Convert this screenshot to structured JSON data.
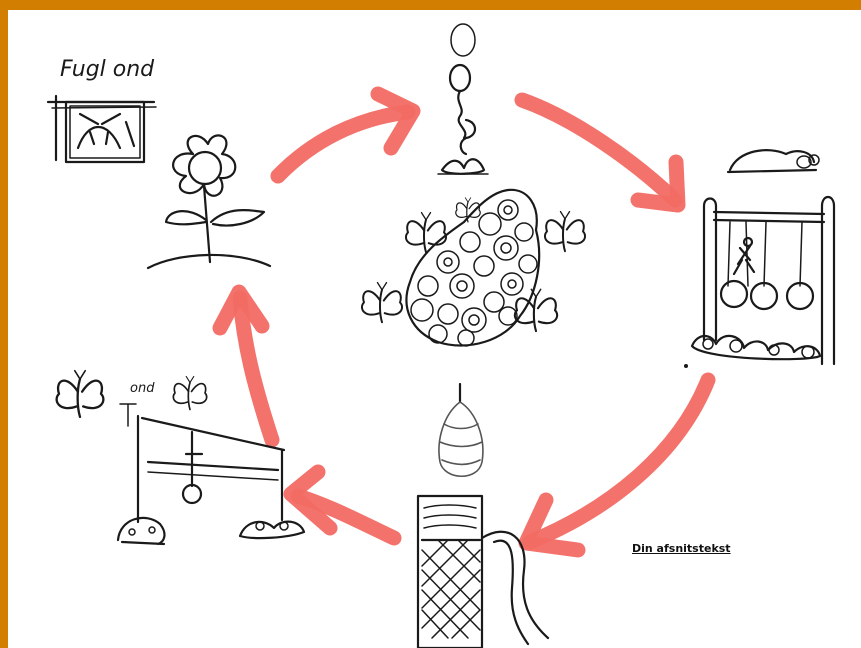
{
  "labels": {
    "handwritten_top_left": "Fugl ond",
    "handwritten_bottom_left": "ond",
    "caption": "Din afsnitstekst"
  },
  "colors": {
    "frame": "#d27e00",
    "arrow": "#f26c64",
    "ink": "#1a1a1a",
    "background": "#ffffff"
  },
  "icons": [
    "angry-bird-sign-icon",
    "flower-icon",
    "egg-icon",
    "hatching-egg-icon",
    "sprout-icon",
    "butterfly-icon",
    "flower-cluster-icon",
    "caterpillar-icon",
    "swing-set-icon",
    "pupa-icon",
    "slide-tower-icon",
    "playground-frame-icon"
  ]
}
